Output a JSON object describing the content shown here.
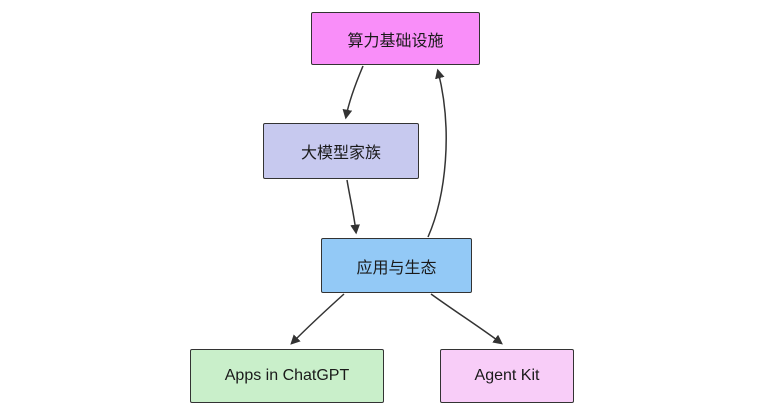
{
  "diagram": {
    "type": "flowchart",
    "background": "#ffffff",
    "edge_color": "#333333",
    "nodes": [
      {
        "id": "compute-infrastructure",
        "label": "算力基础设施",
        "fill": "#f98ef9",
        "border": "#333333"
      },
      {
        "id": "model-family",
        "label": "大模型家族",
        "fill": "#c7c9ef",
        "border": "#333333"
      },
      {
        "id": "apps-ecosystem",
        "label": "应用与生态",
        "fill": "#93c9f6",
        "border": "#333333"
      },
      {
        "id": "apps-in-chatgpt",
        "label": "Apps in ChatGPT",
        "fill": "#c9efca",
        "border": "#333333"
      },
      {
        "id": "agent-kit",
        "label": "Agent Kit",
        "fill": "#f8cdf8",
        "border": "#333333"
      }
    ],
    "edges": [
      {
        "from": "compute-infrastructure",
        "to": "model-family",
        "arrow": "to"
      },
      {
        "from": "model-family",
        "to": "apps-ecosystem",
        "arrow": "to"
      },
      {
        "from": "apps-ecosystem",
        "to": "compute-infrastructure",
        "arrow": "to"
      },
      {
        "from": "apps-ecosystem",
        "to": "apps-in-chatgpt",
        "arrow": "to"
      },
      {
        "from": "apps-ecosystem",
        "to": "agent-kit",
        "arrow": "to"
      }
    ]
  }
}
